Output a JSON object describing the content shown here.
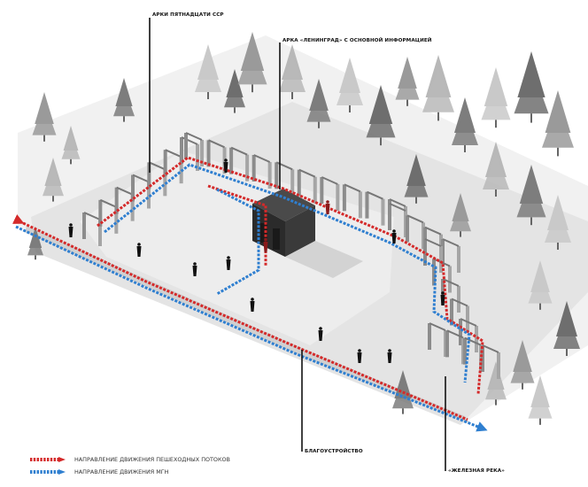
{
  "callouts": {
    "arches_15": "АРКИ ПЯТНАДЦАТИ ССР",
    "arch_leningrad": "АРКА «ЛЕНИНГРАД» С ОСНОВНОЙ ИНФОРМАЦИЕЙ",
    "landscaping": "БЛАГОУСТРОЙСТВО",
    "iron_river": "«ЖЕЛЕЗНАЯ РЕКА»"
  },
  "legend": {
    "pedestrian": "НАПРАВЛЕНИЕ ДВИЖЕНИЯ ПЕШЕХОДНЫХ ПОТОКОВ",
    "mgn": "НАПРАВЛЕНИЕ ДВИЖЕНИЯ МГН"
  },
  "colors": {
    "pedestrian": "#d42a2a",
    "mgn": "#2f7fd0",
    "pavilion": "#2b2b2b",
    "trees": "#8a8a8a",
    "ground": "#e6e6e6"
  }
}
